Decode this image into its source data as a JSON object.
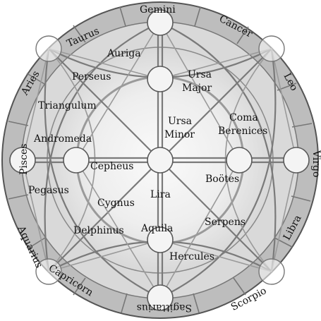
{
  "constellations": {
    "gemini": "Gemini",
    "cancer": "Cancer",
    "leo": "Leo",
    "virgo": "Virgo",
    "libra": "Libra",
    "scorpio": "Scorpio",
    "sagittarius": "Sagittarius",
    "capricorn": "Capricorn",
    "aquarius": "Aquarius",
    "pisces": "Pisces",
    "aries": "Aries",
    "taurus": "Taurus",
    "auriga": "Auriga",
    "perseus": "Perseus",
    "triangulum": "Triangulum",
    "andromeda": "Andromeda",
    "pegasus": "Pegasus",
    "delphinus": "Delphinus",
    "cygnus": "Cygnus",
    "cepheus": "Cepheus",
    "lira": "Lira",
    "aquila": "Aquila",
    "hercules": "Hercules",
    "serpens": "Serpens",
    "bootes": "Boötes",
    "coma_line1": "Coma",
    "coma_line2": "Berenices",
    "ursa_minor_line1": "Ursa",
    "ursa_minor_line2": "Minor",
    "ursa_major_line1": "Ursa",
    "ursa_major_line2": "Major"
  },
  "colors": {
    "outer_ring": "#b8b8b8",
    "middle_ring": "#d4d4d4",
    "inner_disc": "#f2f2f2",
    "line": "#7a7a7a"
  }
}
